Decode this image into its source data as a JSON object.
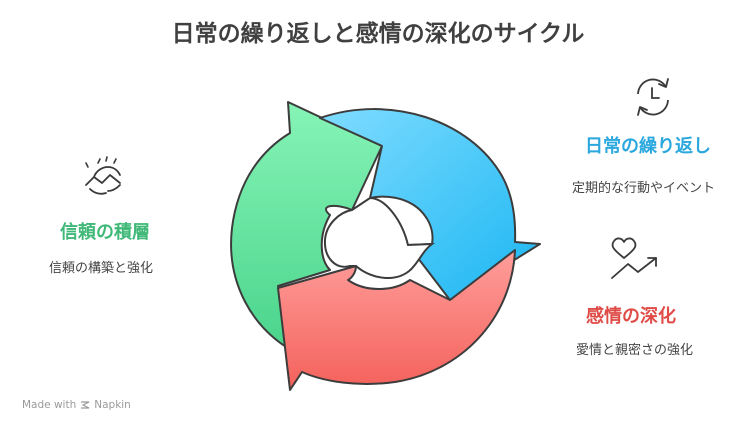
{
  "title": "日常の繰り返しと感情の深化のサイクル",
  "colors": {
    "blue": "#29b6e6",
    "red": "#e0504a",
    "green": "#40b97a"
  },
  "stages": [
    {
      "heading": "日常の繰り返し",
      "description": "定期的な行動やイベント",
      "icon": "clock-cycle-icon",
      "color": "#2ba8de"
    },
    {
      "heading": "感情の深化",
      "description": "愛情と親密さの強化",
      "icon": "heart-trend-icon",
      "color": "#df4c47"
    },
    {
      "heading": "信頼の積層",
      "description": "信頼の構築と強化",
      "icon": "handshake-icon",
      "color": "#3fb878"
    }
  ],
  "footer": {
    "made_with": "Made with",
    "brand": "Napkin"
  }
}
